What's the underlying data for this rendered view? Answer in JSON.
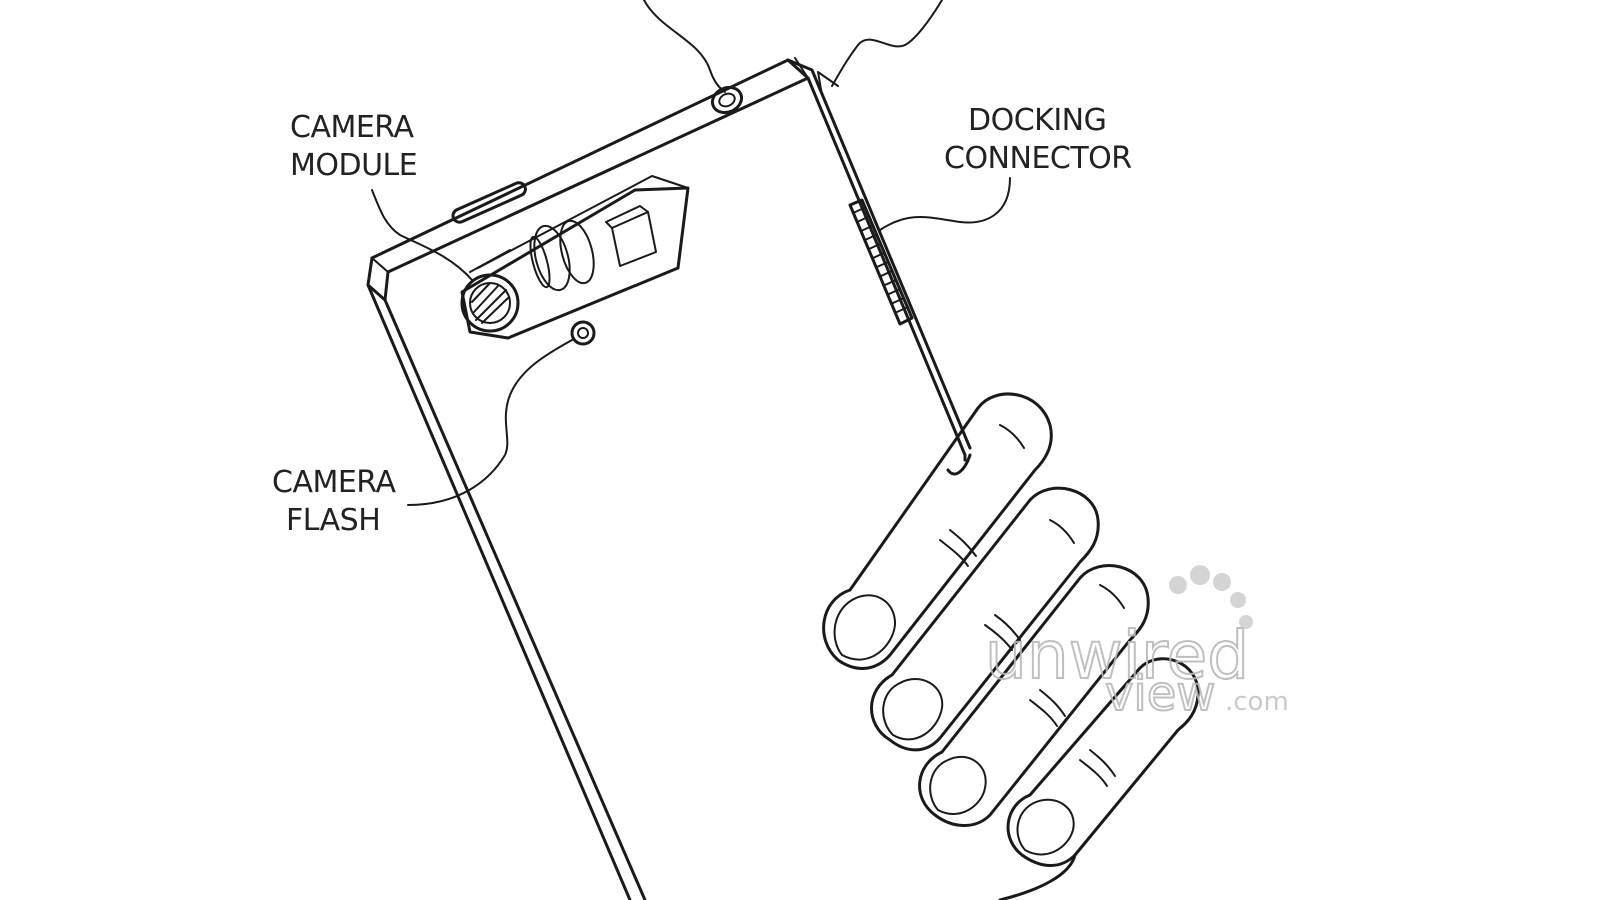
{
  "labels": {
    "camera_module": [
      "CAMERA",
      "MODULE"
    ],
    "docking_connector": [
      "DOCKING",
      "CONNECTOR"
    ],
    "camera_flash": [
      "CAMERA",
      "FLASH"
    ]
  },
  "watermark": {
    "line1": "unwired",
    "line2": "view",
    "suffix": ".com"
  },
  "colors": {
    "line": "#1a1a1a",
    "text": "#222222",
    "watermark": "#b9b9b9"
  }
}
